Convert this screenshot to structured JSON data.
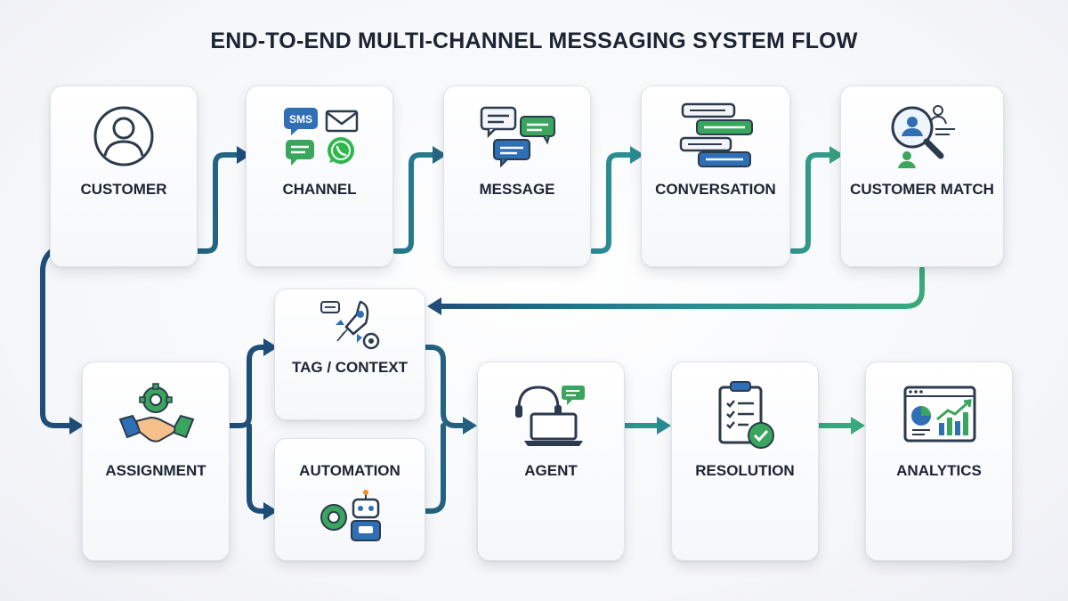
{
  "title": "END-TO-END MULTI-CHANNEL MESSAGING SYSTEM FLOW",
  "nodes": {
    "customer": "CUSTOMER",
    "channel": "CHANNEL",
    "message": "MESSAGE",
    "conversation": "CONVERSATION",
    "customer_match": "CUSTOMER MATCH",
    "tag_context": "TAG / CONTEXT",
    "assignment": "ASSIGNMENT",
    "automation": "AUTOMATION",
    "agent": "AGENT",
    "resolution": "RESOLUTION",
    "analytics": "ANALYTICS"
  },
  "icons": {
    "sms_text": "SMS"
  },
  "colors": {
    "navy": "#1f4e79",
    "teal": "#2a8a94",
    "green": "#3aaa7c",
    "text": "#1c2433"
  }
}
